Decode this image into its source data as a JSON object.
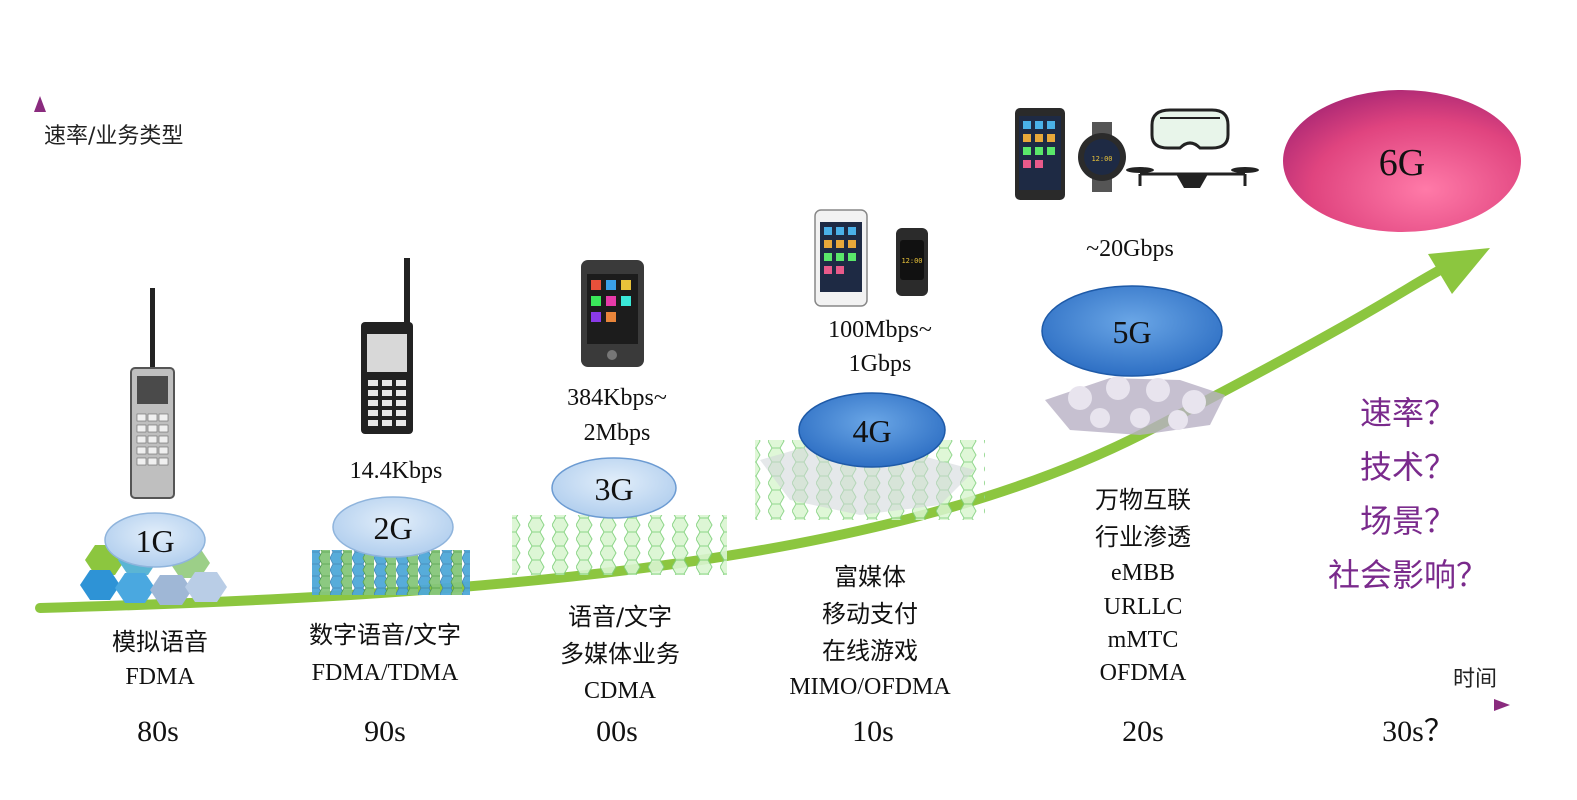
{
  "axes": {
    "y_label": "速率/业务类型",
    "x_label": "时间"
  },
  "decades": [
    "80s",
    "90s",
    "00s",
    "10s",
    "20s",
    "30s？"
  ],
  "generations": [
    {
      "name": "1G",
      "speed": "",
      "services": [
        "模拟语音",
        "FDMA"
      ]
    },
    {
      "name": "2G",
      "speed": "14.4Kbps",
      "services": [
        "数字语音/文字",
        "FDMA/TDMA"
      ]
    },
    {
      "name": "3G",
      "speed": [
        "384Kbps~",
        "2Mbps"
      ],
      "services": [
        "语音/文字",
        "多媒体业务",
        "CDMA"
      ]
    },
    {
      "name": "4G",
      "speed": [
        "100Mbps~",
        "1Gbps"
      ],
      "services": [
        "富媒体",
        "移动支付",
        "在线游戏",
        "MIMO/OFDMA"
      ]
    },
    {
      "name": "5G",
      "speed": "~20Gbps",
      "services": [
        "万物互联",
        "行业渗透",
        "eMBB",
        "URLLC",
        "mMTC",
        "OFDMA"
      ]
    },
    {
      "name": "6G",
      "speed": "",
      "services": []
    }
  ],
  "questions": [
    "速率？",
    "技术？",
    "场景？",
    "社会影响？"
  ],
  "colors": {
    "growth_arrow": "#8cc63f",
    "ellipse_blue": "#2e7bd1",
    "ellipse_light": "#bcd8f2",
    "sixg_start": "#c0307a",
    "sixg_end": "#ff6a9a",
    "question_text": "#7a2a8c",
    "axis_start": "#7ec4ea",
    "axis_end": "#8a2b7e"
  },
  "icons": [
    "brick-phone-icon",
    "feature-phone-icon",
    "smartphone-icon",
    "smartwatch-icon",
    "vr-goggles-icon",
    "drone-icon",
    "hex-cell-network-icon"
  ]
}
